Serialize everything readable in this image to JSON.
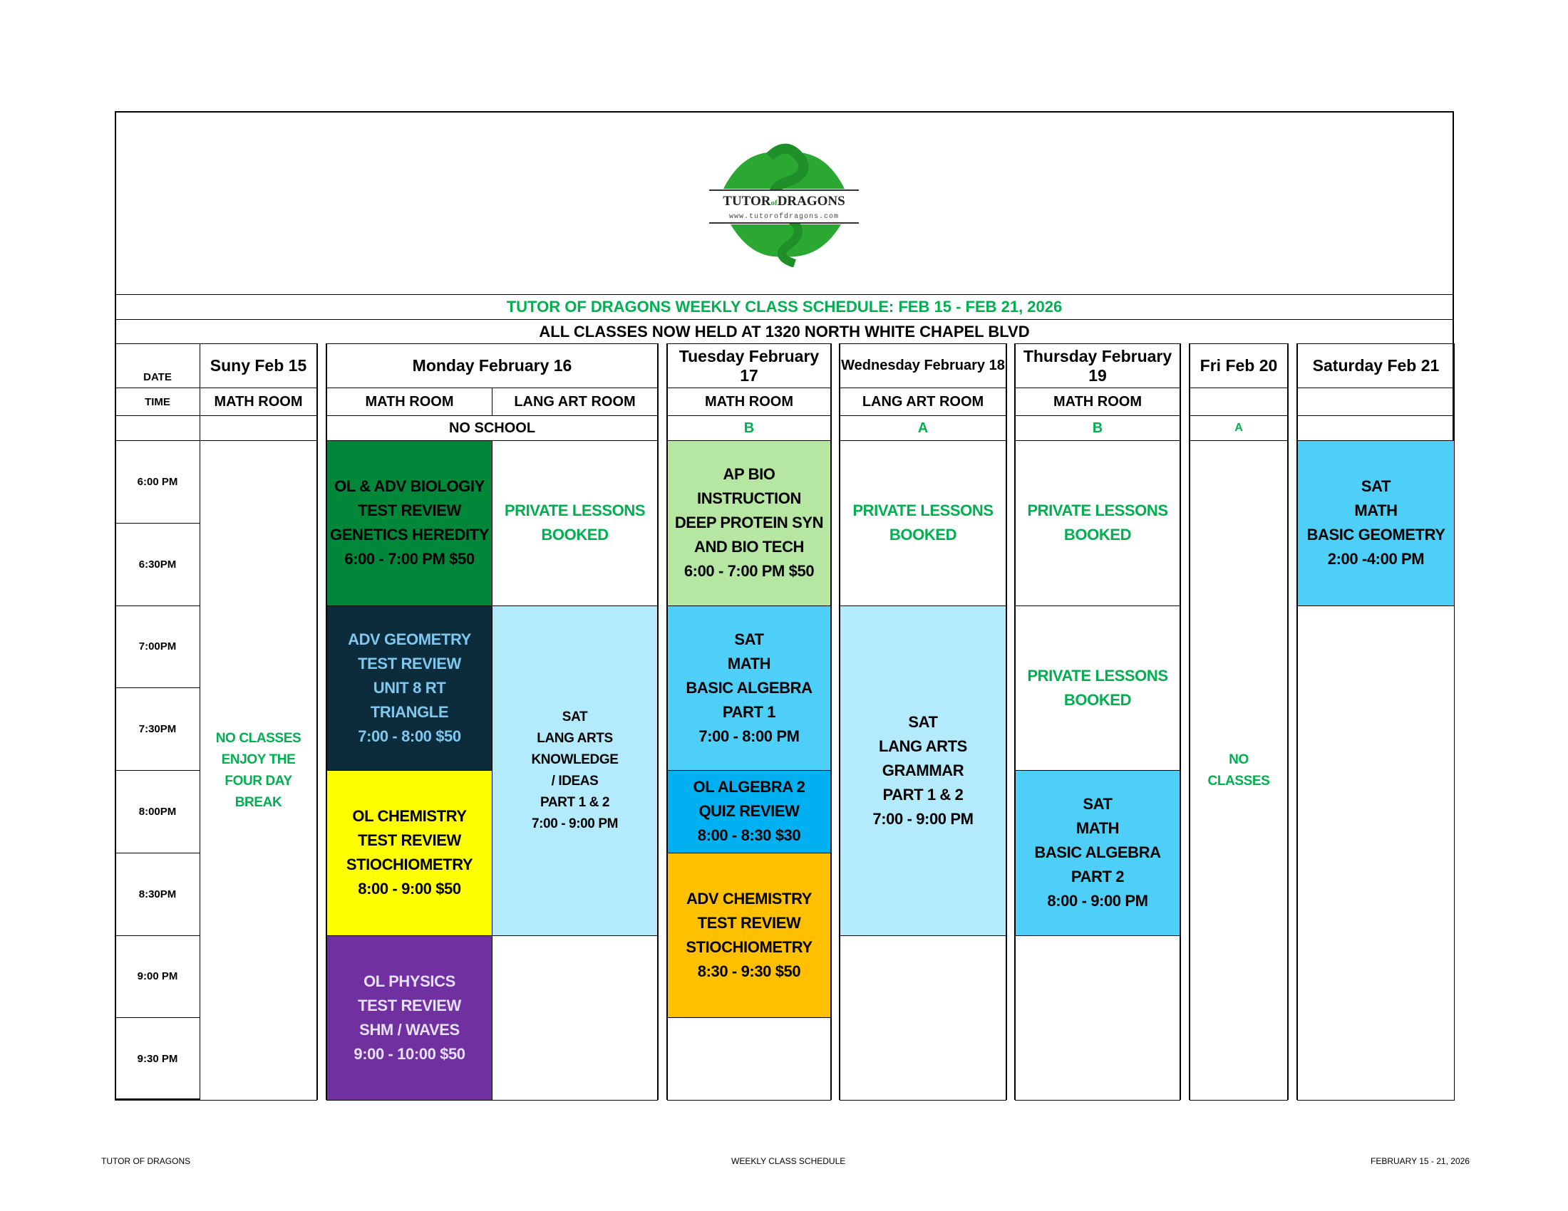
{
  "logo": {
    "name": "TUTOR of DRAGONS",
    "url": "www.tutorofdragons.com"
  },
  "title": "TUTOR OF DRAGONS WEEKLY CLASS SCHEDULE: FEB 15 -  FEB 21, 2026",
  "address": "ALL CLASSES NOW HELD AT 1320 NORTH WHITE CHAPEL BLVD",
  "labels": {
    "date": "DATE",
    "time": "TIME"
  },
  "days": {
    "sun": {
      "date": "Suny Feb 15",
      "room": "MATH ROOM",
      "code": ""
    },
    "mon": {
      "date": "Monday February 16",
      "room_math": "MATH ROOM",
      "room_lang": "LANG ART  ROOM",
      "code": "NO SCHOOL"
    },
    "tue": {
      "date": "Tuesday February 17",
      "room": "MATH ROOM",
      "code": "B"
    },
    "wed": {
      "date": "Wednesday February 18",
      "room": "LANG ART  ROOM",
      "code": "A"
    },
    "thu": {
      "date": "Thursday February 19",
      "room": "MATH ROOM",
      "code": "B"
    },
    "fri": {
      "date": "Fri Feb 20",
      "room": "",
      "code": "A"
    },
    "sat": {
      "date": "Saturday Feb 21",
      "room": "",
      "code": ""
    }
  },
  "times": [
    "6:00 PM",
    "6:30PM",
    "7:00PM",
    "7:30PM",
    "8:00PM",
    "8:30PM",
    "9:00 PM",
    "9:30 PM"
  ],
  "blocks": [
    {
      "col": "sun",
      "start": 0,
      "span": 8,
      "bg": "#ffffff",
      "fg": "#00b050",
      "sm": true,
      "lines": [
        "NO CLASSES",
        "ENJOY THE",
        "FOUR DAY",
        "BREAK"
      ]
    },
    {
      "col": "monm",
      "start": 0,
      "span": 2,
      "bg": "#00873a",
      "fg": "#000000",
      "lines": [
        "OL & ADV  BIOLOGIY",
        "TEST REVIEW",
        "GENETICS HEREDITY",
        "6:00 - 7:00 PM $50"
      ]
    },
    {
      "col": "monm",
      "start": 2,
      "span": 2,
      "bg": "#0c2b3b",
      "fg": "#7ec8f0",
      "lines": [
        "ADV GEOMETRY",
        "TEST REVIEW",
        "UNIT 8  RT",
        "TRIANGLE",
        "7:00  - 8:00 $50"
      ]
    },
    {
      "col": "monm",
      "start": 4,
      "span": 2,
      "bg": "#ffff00",
      "fg": "#000000",
      "lines": [
        "OL CHEMISTRY",
        "TEST REVIEW",
        "STIOCHIOMETRY",
        "8:00 - 9:00  $50"
      ]
    },
    {
      "col": "monm",
      "start": 6,
      "span": 2,
      "bg": "#7030a0",
      "fg": "#e6e0ff",
      "lines": [
        "OL PHYSICS",
        "TEST REVIEW",
        "SHM / WAVES",
        "9:00 - 10:00  $50"
      ]
    },
    {
      "col": "monl",
      "start": 0,
      "span": 2,
      "bg": "#ffffff",
      "fg": "#00b050",
      "lines": [
        "PRIVATE LESSONS",
        "BOOKED"
      ]
    },
    {
      "col": "monl",
      "start": 2,
      "span": 4,
      "bg": "#b3ebfd",
      "fg": "#000000",
      "sm": true,
      "lines": [
        "SAT",
        "LANG ARTS",
        "KNOWLEDGE",
        "/ IDEAS",
        "PART 1 & 2",
        "7:00 - 9:00 PM"
      ]
    },
    {
      "col": "monl",
      "start": 6,
      "span": 2,
      "bg": "#ffffff",
      "fg": "#000000",
      "lines": []
    },
    {
      "col": "tue",
      "start": 0,
      "span": 2,
      "bg": "#b5e6a2",
      "fg": "#000000",
      "lines": [
        "AP BIO",
        "INSTRUCTION",
        "DEEP PROTEIN SYN",
        "AND BIO TECH",
        "6:00 - 7:00 PM $50"
      ]
    },
    {
      "col": "tue",
      "start": 2,
      "span": 2,
      "bg": "#4dcff8",
      "fg": "#000000",
      "lines": [
        "SAT",
        "MATH",
        "BASIC ALGEBRA",
        "PART 1",
        "7:00 - 8:00 PM"
      ]
    },
    {
      "col": "tue",
      "start": 4,
      "span": 1,
      "bg": "#00b0f0",
      "fg": "#000000",
      "lines": [
        "OL ALGEBRA  2",
        "QUIZ REVIEW",
        "8:00 - 8:30  $30"
      ]
    },
    {
      "col": "tue",
      "start": 5,
      "span": 2,
      "bg": "#ffc000",
      "fg": "#000000",
      "lines": [
        "ADV CHEMISTRY",
        "TEST REVIEW",
        "STIOCHIOMETRY",
        "8:30 - 9:30 $50"
      ]
    },
    {
      "col": "tue",
      "start": 7,
      "span": 1,
      "bg": "#ffffff",
      "fg": "#000000",
      "lines": []
    },
    {
      "col": "wed",
      "start": 0,
      "span": 2,
      "bg": "#ffffff",
      "fg": "#00b050",
      "lines": [
        "PRIVATE LESSONS",
        "BOOKED"
      ]
    },
    {
      "col": "wed",
      "start": 2,
      "span": 4,
      "bg": "#b3ebfd",
      "fg": "#000000",
      "lines": [
        "SAT",
        "LANG ARTS",
        "GRAMMAR",
        "PART 1 & 2",
        "7:00 - 9:00 PM"
      ]
    },
    {
      "col": "wed",
      "start": 6,
      "span": 2,
      "bg": "#ffffff",
      "fg": "#000000",
      "lines": []
    },
    {
      "col": "thu",
      "start": 0,
      "span": 2,
      "bg": "#ffffff",
      "fg": "#00b050",
      "lines": [
        "PRIVATE LESSONS",
        "BOOKED"
      ]
    },
    {
      "col": "thu",
      "start": 2,
      "span": 2,
      "bg": "#ffffff",
      "fg": "#00b050",
      "lines": [
        "PRIVATE LESSONS",
        "BOOKED"
      ]
    },
    {
      "col": "thu",
      "start": 4,
      "span": 2,
      "bg": "#4dcff8",
      "fg": "#000000",
      "lines": [
        "SAT",
        "MATH",
        "BASIC ALGEBRA",
        "PART 2",
        "8:00 - 9:00 PM"
      ]
    },
    {
      "col": "thu",
      "start": 6,
      "span": 2,
      "bg": "#ffffff",
      "fg": "#000000",
      "lines": []
    },
    {
      "col": "fri",
      "start": 0,
      "span": 8,
      "bg": "#ffffff",
      "fg": "#00b050",
      "sm": true,
      "lines": [
        "NO",
        "CLASSES"
      ]
    },
    {
      "col": "sat",
      "start": 0,
      "span": 2,
      "bg": "#4dcff8",
      "fg": "#000000",
      "lines": [
        "SAT",
        "MATH",
        "BASIC GEOMETRY",
        "2:00 -4:00 PM"
      ]
    },
    {
      "col": "sat",
      "start": 2,
      "span": 6,
      "bg": "#ffffff",
      "fg": "#000000",
      "lines": []
    }
  ],
  "footer": {
    "left": "TUTOR OF DRAGONS",
    "center": "WEEKLY CLASS SCHEDULE",
    "right": "FEBRUARY 15 - 21,  2026"
  }
}
